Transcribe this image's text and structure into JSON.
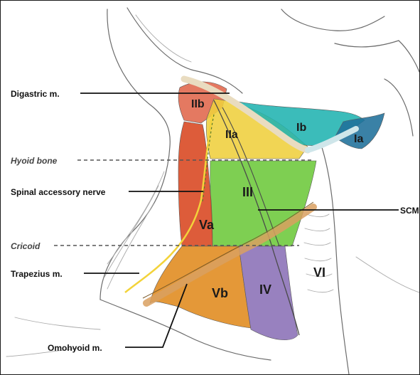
{
  "labels": {
    "digastric": "Digastric m.",
    "hyoid": "Hyoid bone",
    "spinal_accessory": "Spinal accessory nerve",
    "cricoid": "Cricoid",
    "trapezius": "Trapezius m.",
    "omohyoid": "Omohyoid m.",
    "scm": "SCM"
  },
  "zones": {
    "IIb": "IIb",
    "IIa": "IIa",
    "Ib": "Ib",
    "Ia": "Ia",
    "III": "III",
    "Va": "Va",
    "Vb": "Vb",
    "IV": "IV",
    "VI": "VI"
  },
  "colors": {
    "IIb": "#e0664b",
    "IIa": "#efcf3c",
    "Ib": "#20b3b0",
    "Ia": "#1f6f9a",
    "III": "#6cc83a",
    "Va": "#d8461f",
    "Vb": "#e08a1c",
    "IV": "#8a70b6",
    "nerve": "#f3d33a",
    "muscle": "#c9d3dc"
  }
}
